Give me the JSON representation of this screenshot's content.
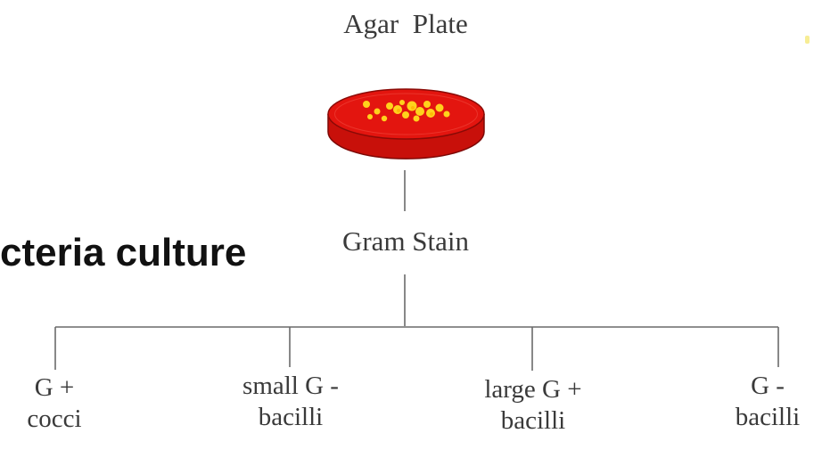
{
  "title": "cteria culture",
  "root": {
    "label": "Agar  Plate"
  },
  "middle": {
    "label": "Gram Stain"
  },
  "leaves": [
    {
      "line1": "G +",
      "line2": "cocci"
    },
    {
      "line1": "small G -",
      "line2": "bacilli"
    },
    {
      "line1": "large G +",
      "line2": "bacilli"
    },
    {
      "line1": "G -",
      "line2": "bacilli"
    }
  ],
  "colors": {
    "plate_red": "#e3150f",
    "plate_dark": "#b20d08",
    "colony_yellow": "#ffd21c",
    "line_gray": "#6a6a6a"
  },
  "icons": {
    "plate": "petri-dish-icon"
  }
}
